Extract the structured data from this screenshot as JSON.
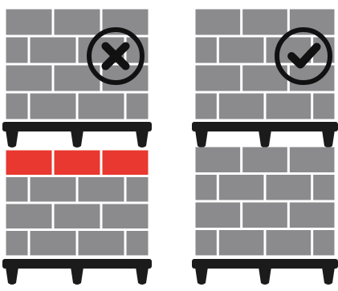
{
  "colors": {
    "background": "#ffffff",
    "brick": "#8b8b8d",
    "brick_highlight": "#e8382f",
    "pallet": "#1b1b1b",
    "mortar": "#ffffff",
    "mark": "#111111"
  },
  "panels": [
    {
      "id": "incorrect-stacking",
      "verdict": "incorrect",
      "icon": "cross-icon",
      "upper_load_highlighted_rows": 0,
      "lower_load_highlighted_rows": 1
    },
    {
      "id": "correct-stacking",
      "verdict": "correct",
      "icon": "check-icon",
      "upper_load_highlighted_rows": 0,
      "lower_load_highlighted_rows": 0
    }
  ]
}
